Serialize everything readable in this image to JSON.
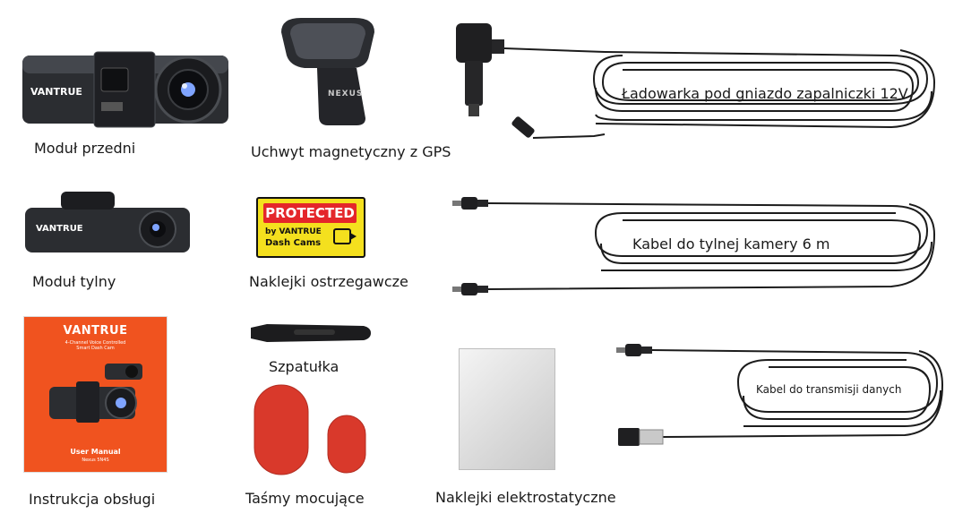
{
  "items": {
    "front_module": {
      "label": "Moduł przedni",
      "brand": "VANTRUE"
    },
    "mount": {
      "label": "Uchwyt magnetyczny z GPS",
      "brand": "NEXUS"
    },
    "car_charger": {
      "label": "Ładowarka pod gniazdo zapalniczki 12V"
    },
    "rear_module": {
      "label": "Moduł tylny",
      "brand": "VANTRUE"
    },
    "warning_stickers": {
      "label": "Naklejki ostrzegawcze",
      "sticker_title": "PROTECTED",
      "sticker_line1": "by VANTRUE",
      "sticker_line2": "Dash Cams"
    },
    "rear_cable": {
      "label": "Kabel do tylnej kamery 6 m"
    },
    "manual": {
      "label": "Instrukcja obsługi",
      "brand": "VANTRUE",
      "subtitle_line1": "4-Channel Voice Controlled",
      "subtitle_line2": "Smart Dash Cam",
      "cover_title": "User Manual",
      "cover_model": "Nexus 5N4S"
    },
    "spatula": {
      "label": "Szpatułka"
    },
    "data_cable": {
      "label": "Kabel do transmisji danych"
    },
    "adhesive_tapes": {
      "label": "Taśmy mocujące"
    },
    "electrostatic_stickers": {
      "label": "Naklejki elektrostatyczne"
    }
  },
  "colors": {
    "device_dark": "#2b2d31",
    "cable": "#1c1c1c",
    "manual_orange": "#f0531f",
    "sticker_yellow": "#f4e01e",
    "sticker_red": "#e4262a",
    "tape_red": "#d9392b"
  }
}
